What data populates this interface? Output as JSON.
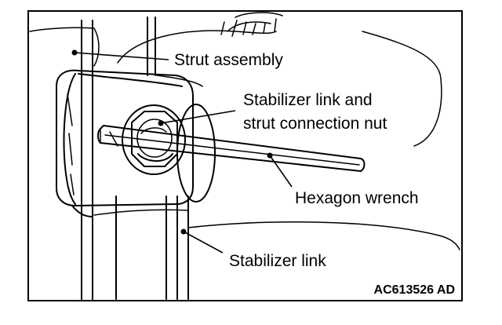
{
  "callouts": {
    "strut_assembly": "Strut assembly",
    "stabilizer_link_nut_line1": "Stabilizer link and",
    "stabilizer_link_nut_line2": "strut connection nut",
    "hexagon_wrench": "Hexagon wrench",
    "stabilizer_link": "Stabilizer link"
  },
  "figure_code": "AC613526 AD",
  "colors": {
    "ink": "#000000",
    "paper": "#ffffff"
  }
}
